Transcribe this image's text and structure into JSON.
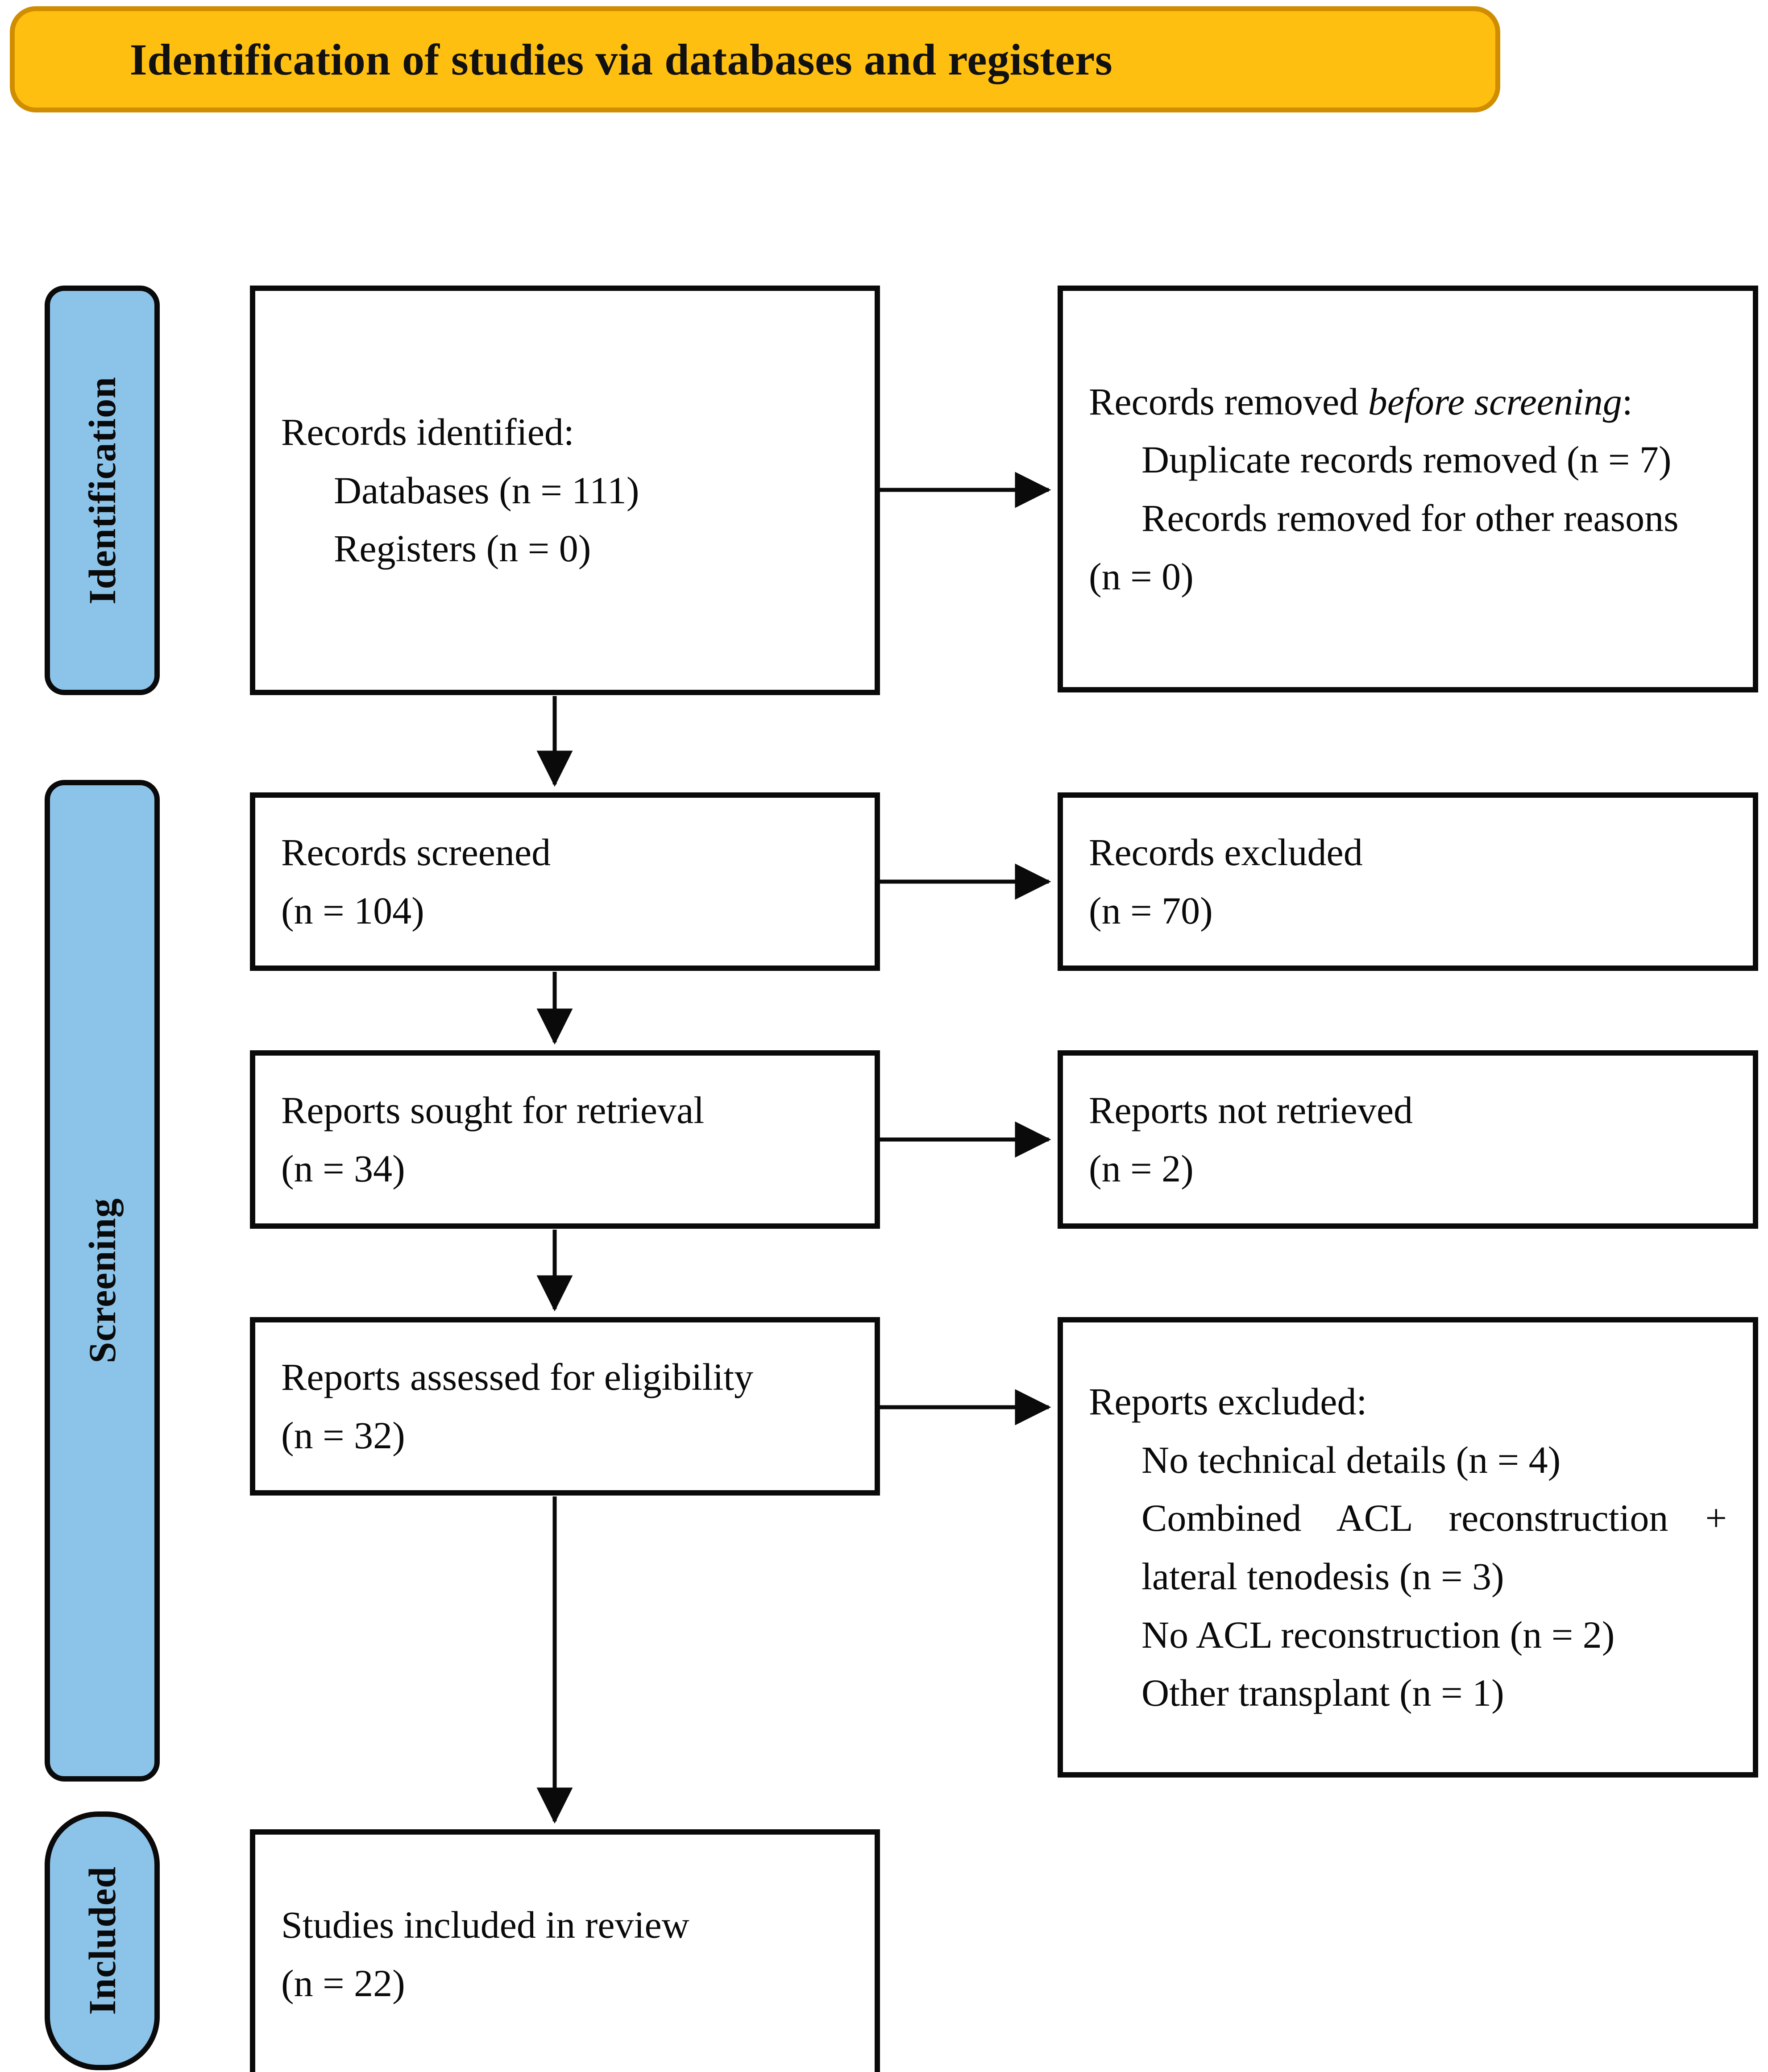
{
  "header": {
    "title": "Identification of studies via databases and registers",
    "fill_color": "#FFBF11",
    "border_color": "#D08D00"
  },
  "stages": {
    "identification": "Identification",
    "screening": "Screening",
    "included": "Included",
    "fill_color": "#8CC3E9",
    "border_color": "#0A0A0A"
  },
  "boxes": {
    "identified": {
      "title": "Records identified:",
      "items": [
        "Databases (n = 111)",
        "Registers (n = 0)"
      ]
    },
    "removed_before_screening": {
      "title_lead": "Records removed ",
      "title_em": "before screening",
      "title_tail": ":",
      "items": [
        "Duplicate records removed (n = 7)",
        "Records removed for other reasons"
      ],
      "trailing": "(n = 0)"
    },
    "screened": {
      "title": "Records screened",
      "count": "(n = 104)"
    },
    "records_excluded": {
      "title": "Records excluded",
      "count": "(n = 70)"
    },
    "sought": {
      "title": "Reports sought for retrieval",
      "count": "(n = 34)"
    },
    "not_retrieved": {
      "title": "Reports not retrieved",
      "count": "(n = 2)"
    },
    "assessed": {
      "title": "Reports assessed for eligibility",
      "count": "(n = 32)"
    },
    "reports_excluded": {
      "title": "Reports excluded:",
      "items": [
        "No technical details (n = 4)",
        "Combined ACL reconstruction + lateral tenodesis (n = 3)",
        "No ACL reconstruction (n = 2)",
        "Other transplant (n = 1)"
      ]
    },
    "included_studies": {
      "title": "Studies included in review",
      "count": "(n = 22)"
    }
  },
  "chart_data": {
    "type": "diagram",
    "diagram": "PRISMA 2020 flow diagram",
    "title": "Identification of studies via databases and registers",
    "stages": [
      "Identification",
      "Screening",
      "Included"
    ],
    "nodes": [
      {
        "id": "identified",
        "stage": "Identification",
        "column": "left",
        "label": "Records identified: Databases (n = 111); Registers (n = 0)",
        "values": {
          "databases": 111,
          "registers": 0
        }
      },
      {
        "id": "removed_before_screening",
        "stage": "Identification",
        "column": "right",
        "label": "Records removed before screening: Duplicate records removed (n = 7); Records removed for other reasons (n = 0)",
        "values": {
          "duplicates": 7,
          "other_reasons": 0
        }
      },
      {
        "id": "screened",
        "stage": "Screening",
        "column": "left",
        "label": "Records screened",
        "values": {
          "n": 104
        }
      },
      {
        "id": "records_excluded",
        "stage": "Screening",
        "column": "right",
        "label": "Records excluded",
        "values": {
          "n": 70
        }
      },
      {
        "id": "sought",
        "stage": "Screening",
        "column": "left",
        "label": "Reports sought for retrieval",
        "values": {
          "n": 34
        }
      },
      {
        "id": "not_retrieved",
        "stage": "Screening",
        "column": "right",
        "label": "Reports not retrieved",
        "values": {
          "n": 2
        }
      },
      {
        "id": "assessed",
        "stage": "Screening",
        "column": "left",
        "label": "Reports assessed for eligibility",
        "values": {
          "n": 32
        }
      },
      {
        "id": "reports_excluded",
        "stage": "Screening",
        "column": "right",
        "label": "Reports excluded",
        "values": {
          "no_technical_details": 4,
          "combined_acl_reconstruction_plus_lateral_tenodesis": 3,
          "no_acl_reconstruction": 2,
          "other_transplant": 1
        }
      },
      {
        "id": "included_studies",
        "stage": "Included",
        "column": "left",
        "label": "Studies included in review",
        "values": {
          "n": 22
        }
      }
    ],
    "edges": [
      {
        "from": "identified",
        "to": "removed_before_screening",
        "direction": "right"
      },
      {
        "from": "identified",
        "to": "screened",
        "direction": "down"
      },
      {
        "from": "screened",
        "to": "records_excluded",
        "direction": "right"
      },
      {
        "from": "screened",
        "to": "sought",
        "direction": "down"
      },
      {
        "from": "sought",
        "to": "not_retrieved",
        "direction": "right"
      },
      {
        "from": "sought",
        "to": "assessed",
        "direction": "down"
      },
      {
        "from": "assessed",
        "to": "reports_excluded",
        "direction": "right"
      },
      {
        "from": "assessed",
        "to": "included_studies",
        "direction": "down"
      }
    ]
  }
}
